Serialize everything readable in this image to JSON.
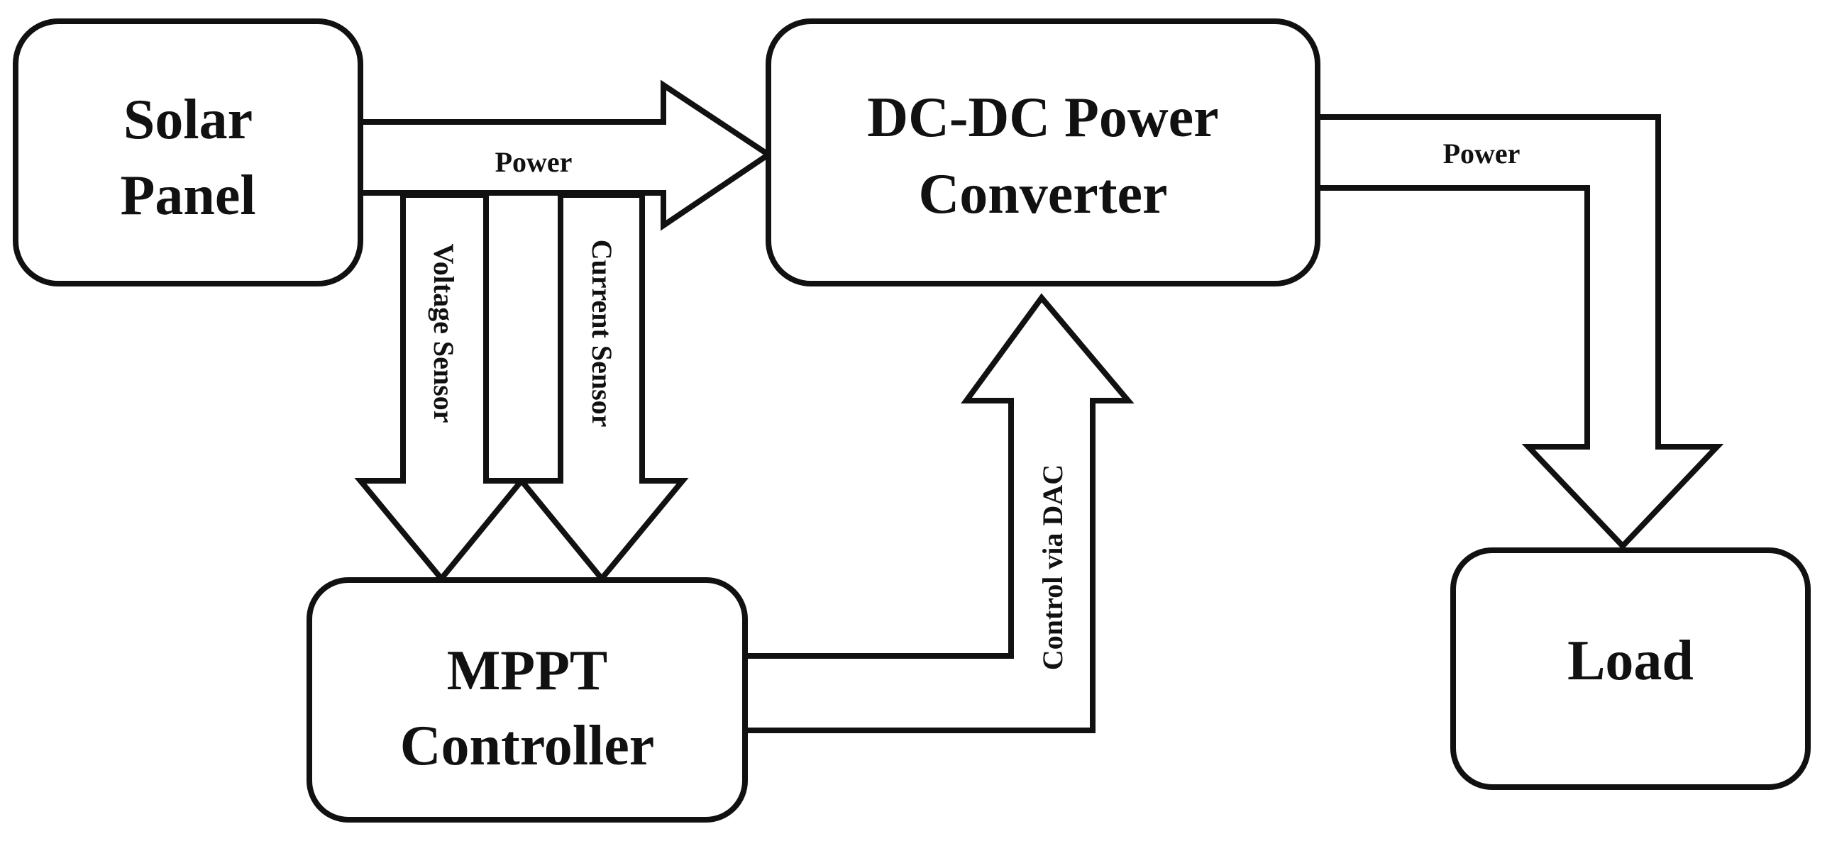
{
  "blocks": {
    "solar_panel": {
      "line1": "Solar",
      "line2": "Panel"
    },
    "converter": {
      "line1": "DC-DC Power",
      "line2": "Converter"
    },
    "mppt": {
      "line1": "MPPT",
      "line2": "Controller"
    },
    "load": {
      "line1": "Load"
    }
  },
  "flows": {
    "panel_to_converter": "Power",
    "converter_to_load": "Power",
    "voltage_sensor": "Voltage Sensor",
    "current_sensor": "Current Sensor",
    "control": "Control via DAC"
  },
  "colors": {
    "stroke": "#111111",
    "fill": "#ffffff"
  }
}
